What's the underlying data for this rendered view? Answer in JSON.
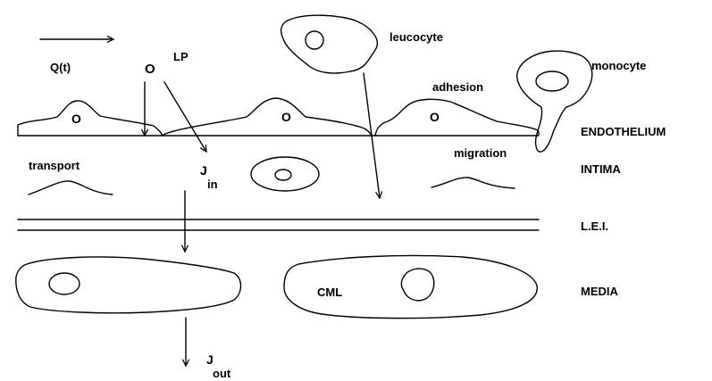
{
  "labels": {
    "flow": "Q(t)",
    "ldl_marker": "O",
    "ldl_superscript": "LP",
    "leucocyte": "leucocyte",
    "monocyte": "monocyte",
    "adhesion": "adhesion",
    "migration": "migration",
    "transport": "transport",
    "j_in_main": "J",
    "j_in_sub": "in",
    "j_out_main": "J",
    "j_out_sub": "out",
    "cml": "CML",
    "nucleus_marker": "O"
  },
  "layers": {
    "endothelium": "ENDOTHELIUM",
    "intima": "INTIMA",
    "lei": "L.E.I.",
    "media": "MEDIA"
  },
  "colors": {
    "ink": "#000000",
    "background": "#ffffff"
  }
}
